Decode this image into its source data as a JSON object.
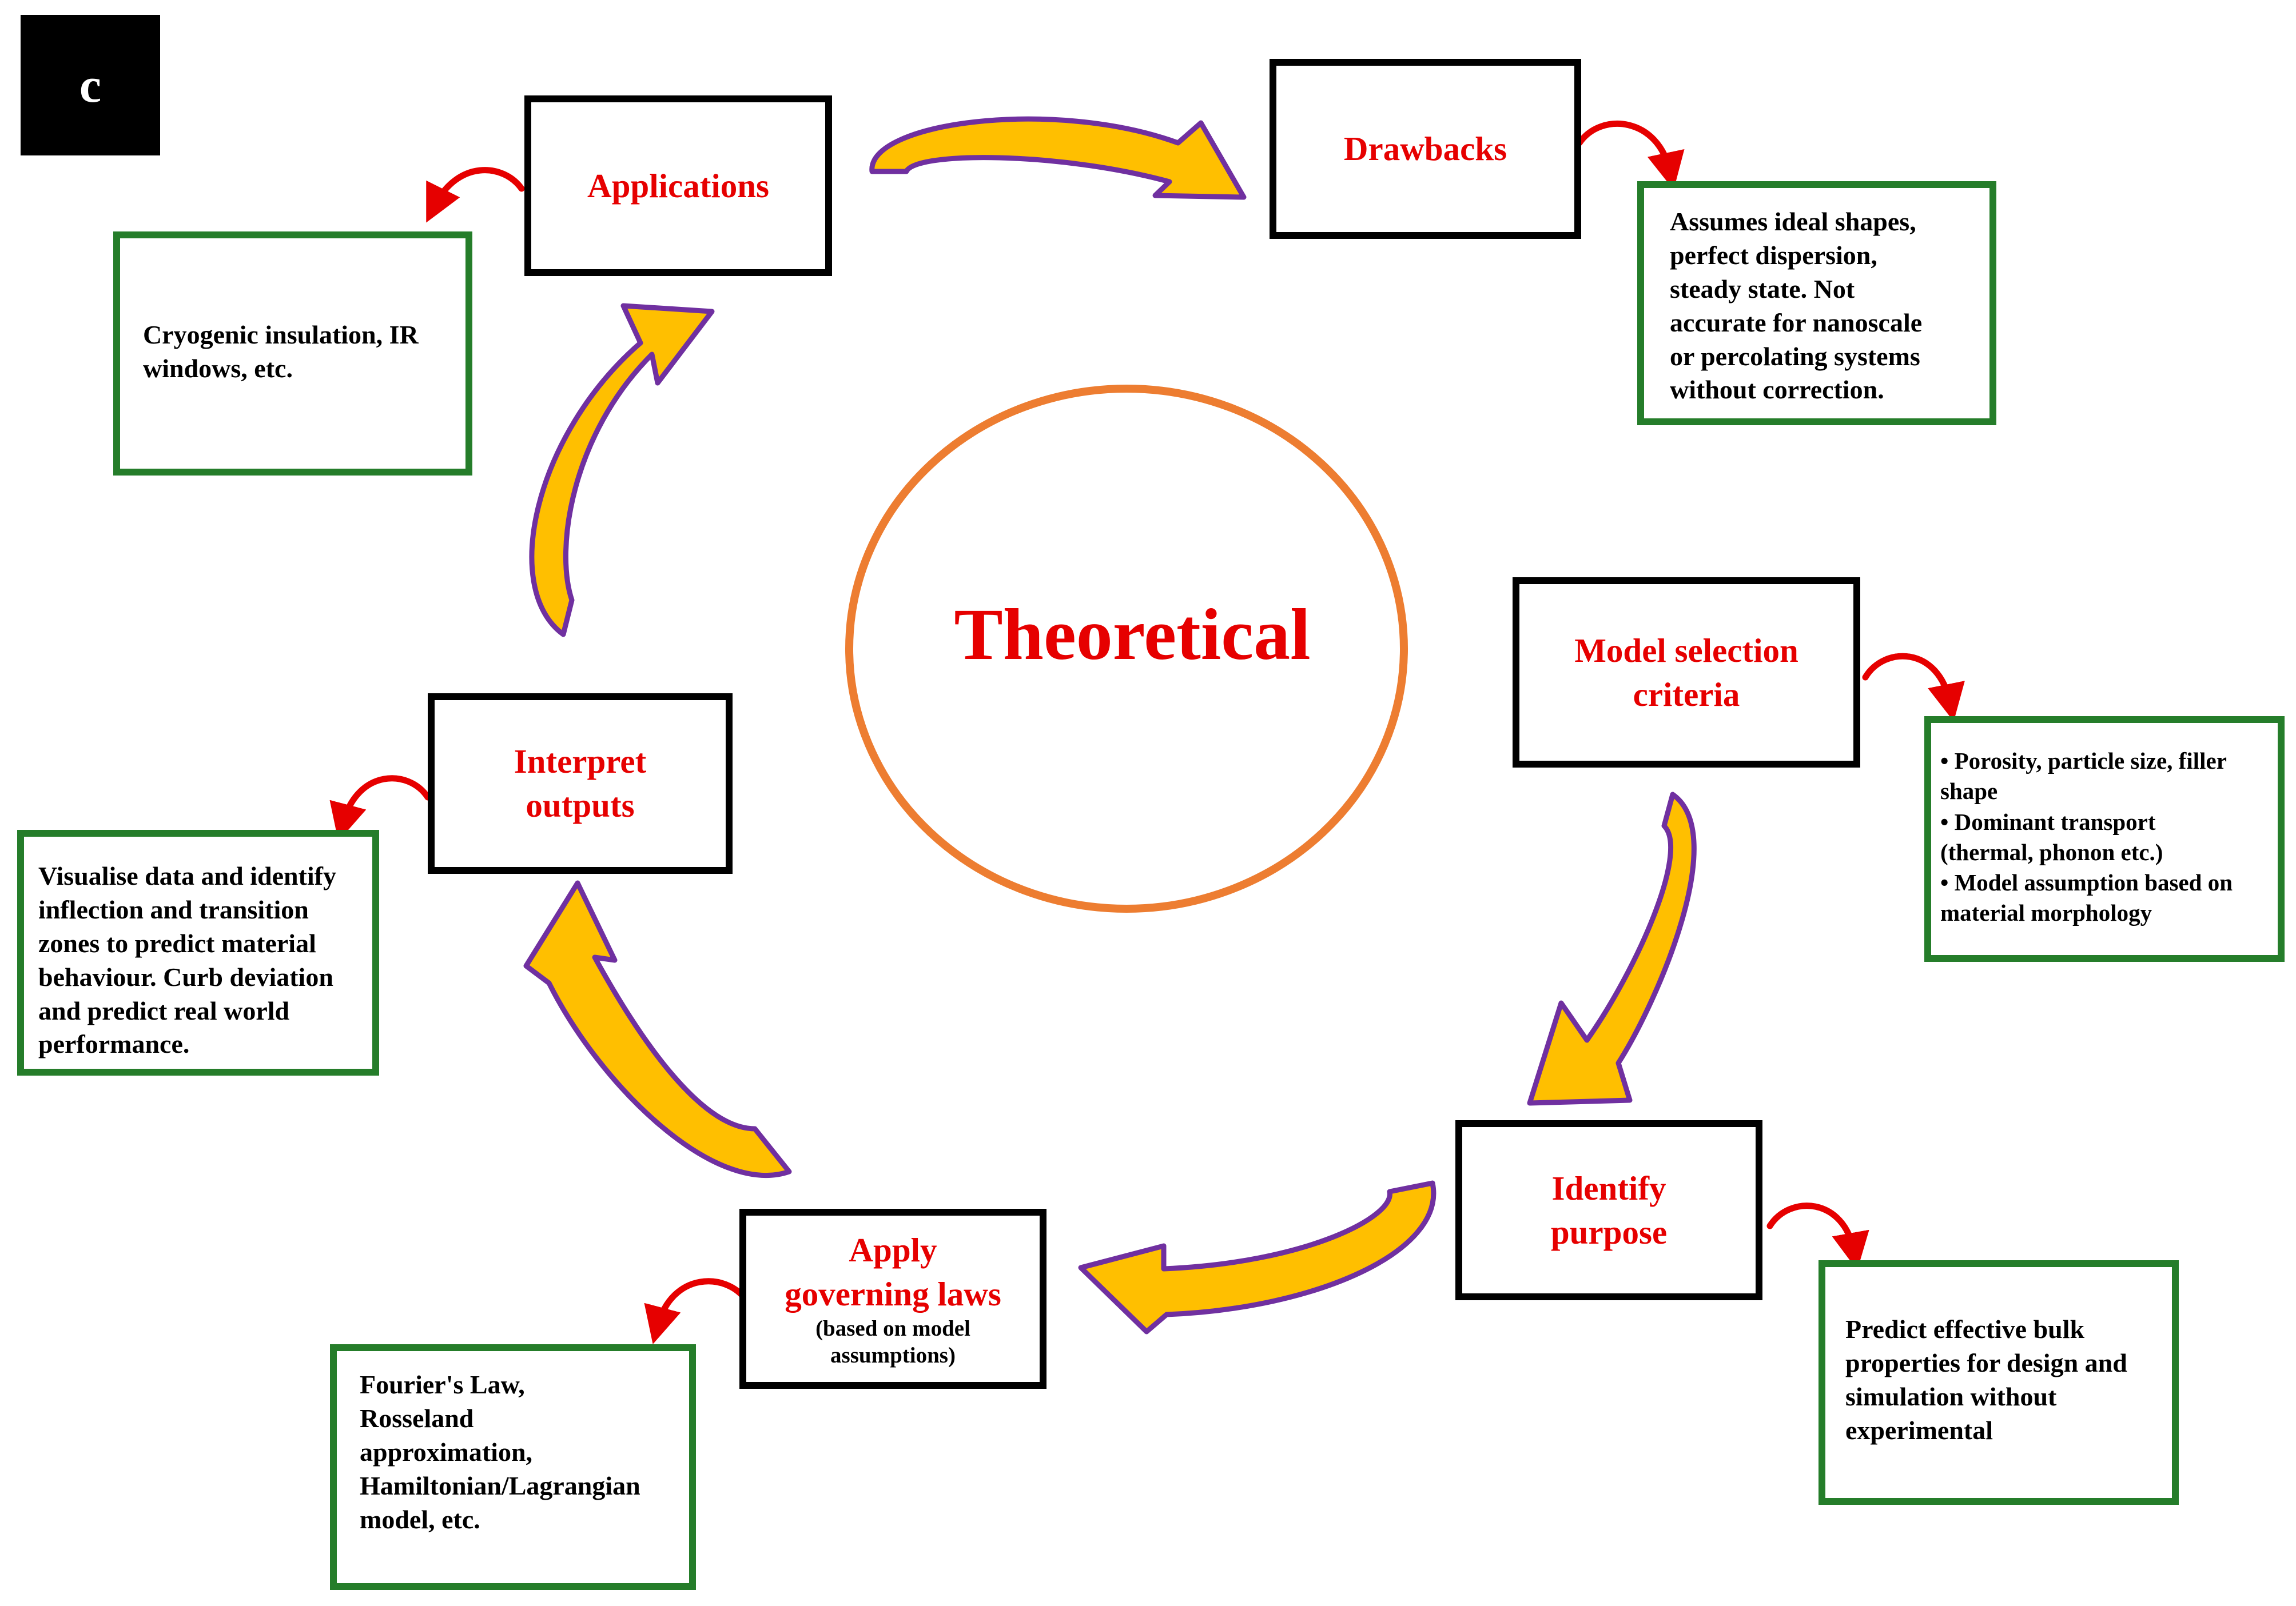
{
  "panel_label": "c",
  "center": {
    "title": "Theoretical"
  },
  "steps": {
    "applications": {
      "label": "Applications"
    },
    "drawbacks": {
      "label": "Drawbacks"
    },
    "model_selection": {
      "line1": "Model selection",
      "line2": "criteria"
    },
    "identify_purpose": {
      "line1": "Identify",
      "line2": "purpose"
    },
    "apply_laws": {
      "line1": "Apply",
      "line2": "governing laws",
      "sub1": "(based on model",
      "sub2": "assumptions)"
    },
    "interpret_outputs": {
      "line1": "Interpret",
      "line2": "outputs"
    }
  },
  "notes": {
    "applications": [
      "Cryogenic insulation, IR",
      "windows, etc."
    ],
    "drawbacks": [
      "Assumes ideal shapes,",
      "perfect dispersion,",
      "steady state.  Not",
      "accurate for nanoscale",
      "or percolating systems",
      "without correction."
    ],
    "model_selection": [
      "• Porosity, particle size, filler",
      "shape",
      "• Dominant transport",
      "(thermal, phonon etc.)",
      "• Model assumption based on",
      "material morphology"
    ],
    "identify_purpose": [
      "Predict effective bulk",
      "properties for design and",
      "simulation without",
      "experimental"
    ],
    "apply_laws": [
      "Fourier's Law,",
      "Rosseland",
      "approximation,",
      "Hamiltonian/Lagrangian",
      "model, etc."
    ],
    "interpret_outputs": [
      "Visualise data and identify",
      "inflection and transition",
      "zones to predict material",
      "behaviour. Curb deviation",
      "and predict real world",
      "performance."
    ]
  },
  "colors": {
    "step_text": "#e60000",
    "step_border": "#000000",
    "note_border": "#257d2a",
    "arrow_fill": "#ffbf00",
    "arrow_outline": "#7030a0",
    "connector": "#e60000",
    "circle": "#ed7d31"
  }
}
